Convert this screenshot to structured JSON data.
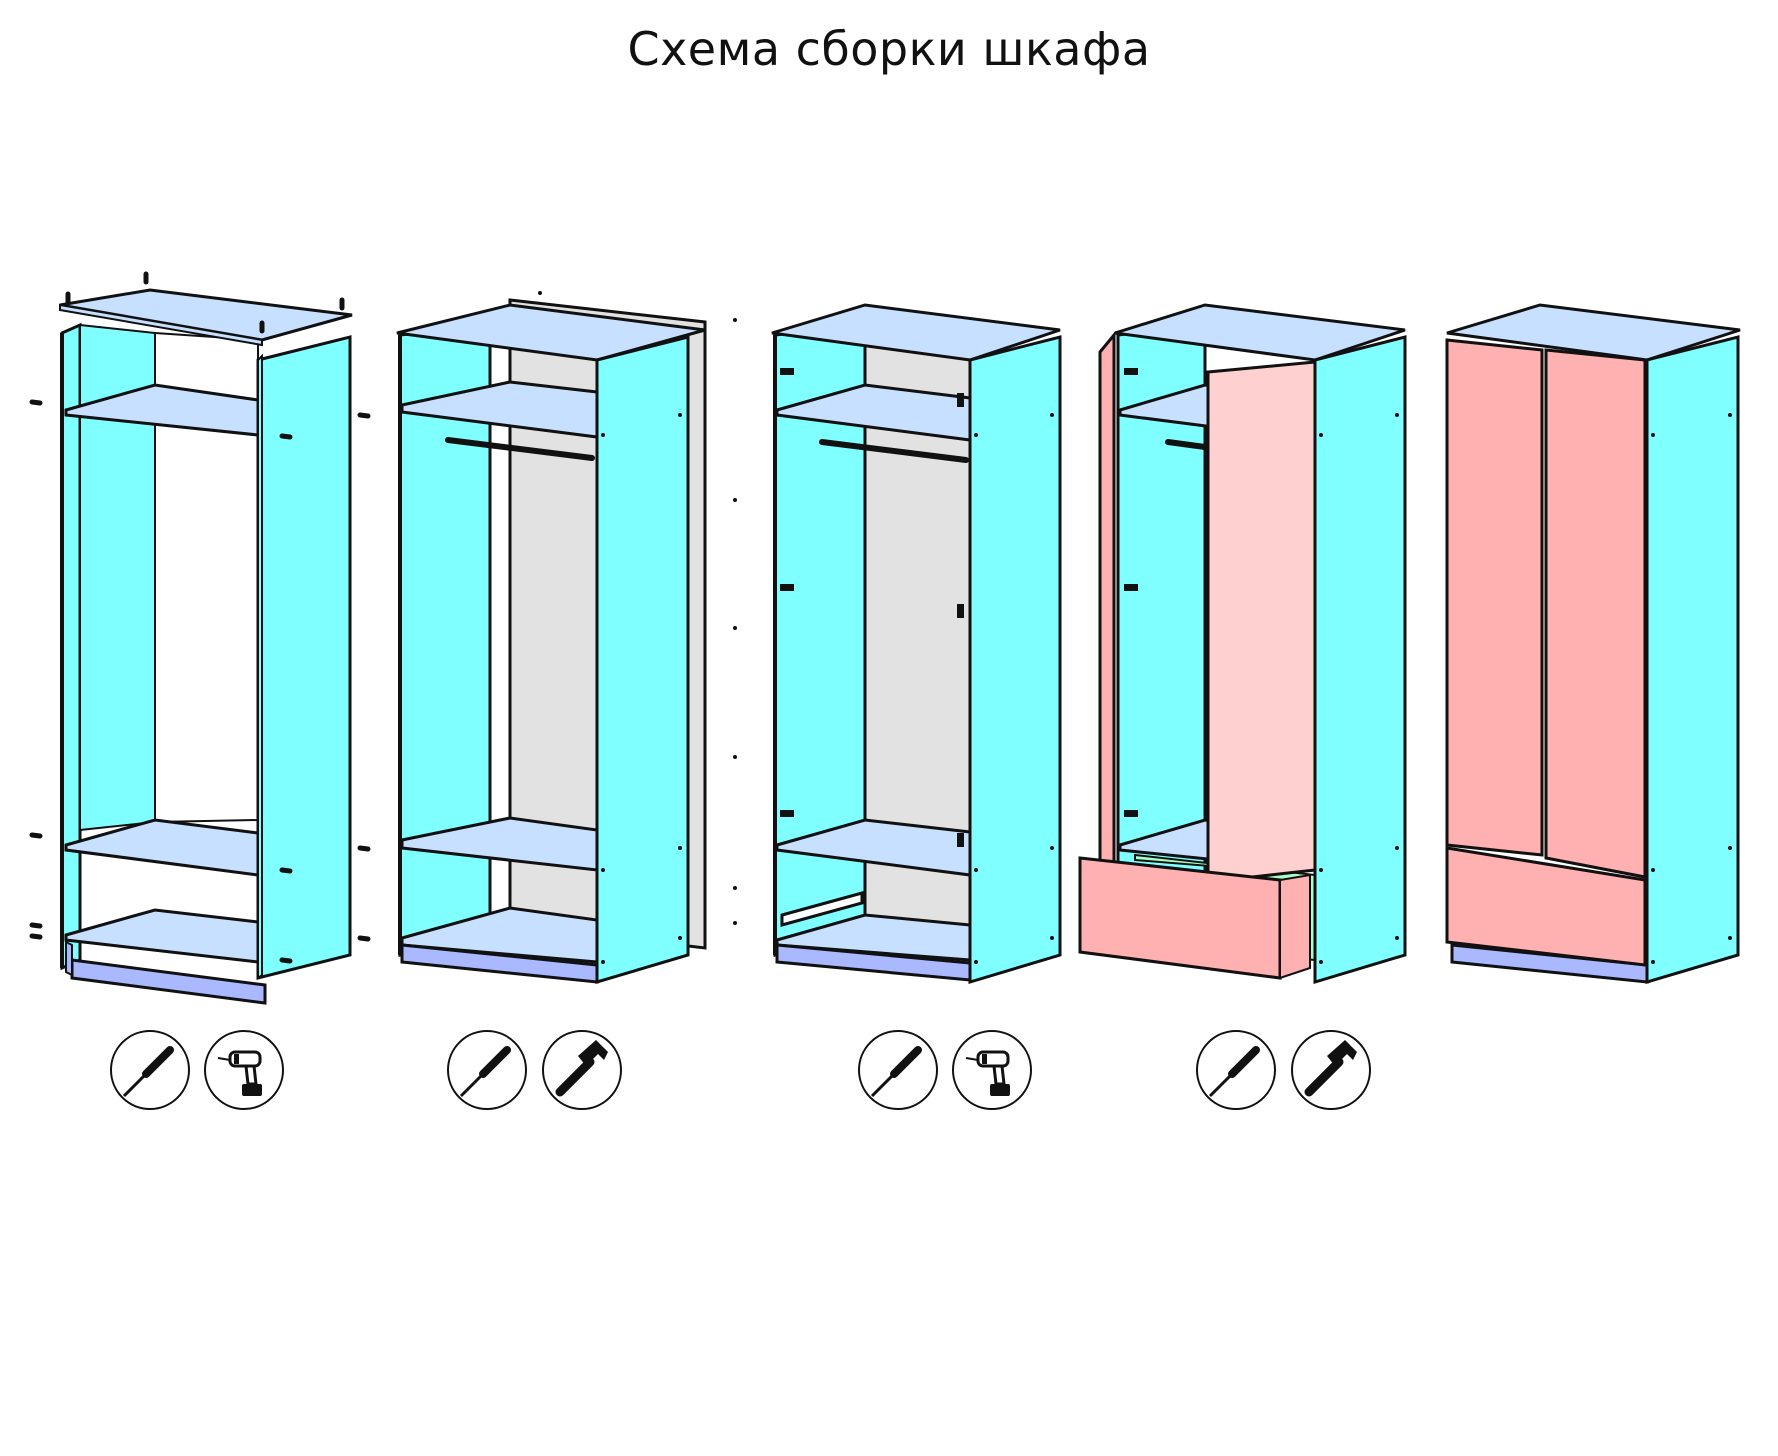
{
  "title": "Схема сборки шкафа",
  "colors": {
    "panel": "#7fffff",
    "shelf": "#c8e0ff",
    "plinth": "#a9b8ff",
    "back": "#e2e2e2",
    "door": "#ffb0b0",
    "door_open": "#ffd0d0",
    "drawer_inner": "#a8ffc8",
    "outline": "#111111"
  },
  "steps": [
    {
      "label": "step-1-carcass",
      "tools": [
        "screwdriver-icon",
        "drill-icon"
      ]
    },
    {
      "label": "step-2-back-panel-and-rod",
      "tools": [
        "screwdriver-icon",
        "hammer-icon"
      ]
    },
    {
      "label": "step-3-hinges-and-runners",
      "tools": [
        "screwdriver-icon",
        "drill-icon"
      ]
    },
    {
      "label": "step-4-doors-and-drawer",
      "tools": [
        "screwdriver-icon",
        "hammer-icon"
      ]
    },
    {
      "label": "step-5-assembled",
      "tools": []
    }
  ]
}
